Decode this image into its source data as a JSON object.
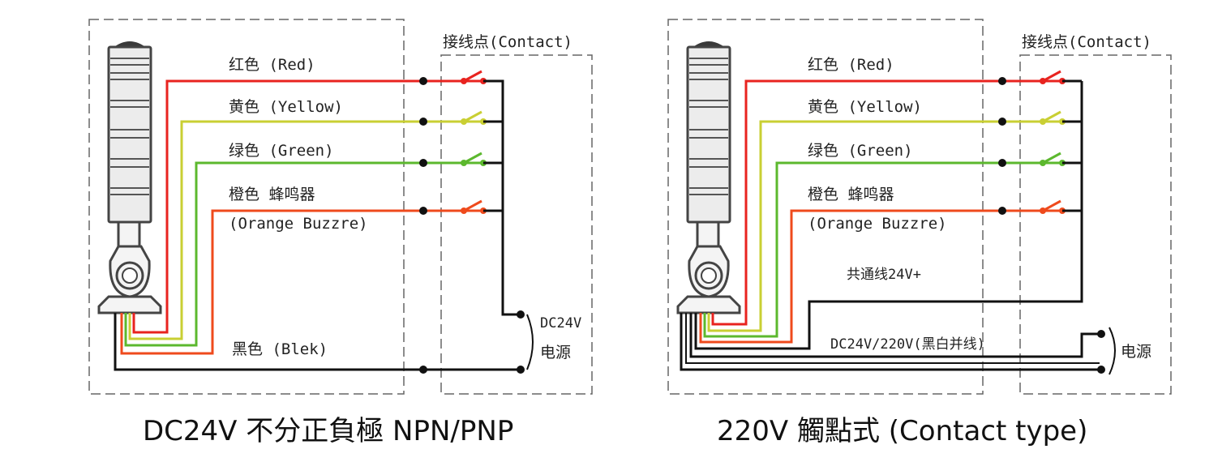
{
  "colors": {
    "red": "#e8231f",
    "yellow": "#c9cf33",
    "green": "#5cb82e",
    "orange": "#ef4a1c",
    "black": "#111111",
    "frame": "#666666",
    "tower_dark": "#3a3a3a"
  },
  "left_diagram": {
    "contact_header": "接线点(Contact)",
    "wires": {
      "red": "红色 (Red)",
      "yellow": "黄色 (Yellow)",
      "green": "绿色 (Green)",
      "orange_line1": "橙色 蜂鸣器",
      "orange_line2": "(Orange Buzzre)",
      "black": "黑色  (Blek)"
    },
    "power_line1": "DC24V",
    "power_line2": "电源",
    "caption": "DC24V  不分正負極  NPN/PNP"
  },
  "right_diagram": {
    "contact_header": "接线点(Contact)",
    "wires": {
      "red": "红色 (Red)",
      "yellow": "黄色 (Yellow)",
      "green": "绿色 (Green)",
      "orange_line1": "橙色 蜂鸣器",
      "orange_line2": "(Orange Buzzre)"
    },
    "common_label": "共通线24V+",
    "supply_label": "DC24V/220V(黑白并线)",
    "power_label": "电源",
    "caption": "220V  觸點式  (Contact type)"
  }
}
